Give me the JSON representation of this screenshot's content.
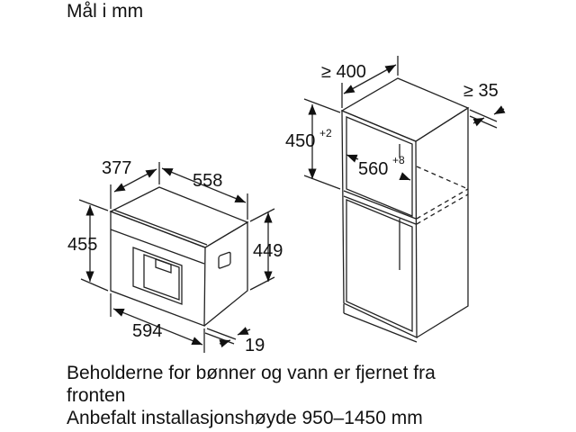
{
  "header": {
    "units_label": "Mål i mm"
  },
  "appliance": {
    "depth_total": "377",
    "depth_body": "558",
    "height_front": "455",
    "height_body": "449",
    "width_front": "594",
    "front_thickness": "19"
  },
  "cabinet": {
    "min_depth": "≥ 400",
    "min_side": "≥ 35",
    "niche_height": "450",
    "niche_height_tol": "+2",
    "niche_width": "560",
    "niche_width_tol": "+8"
  },
  "notes": {
    "line1": "Beholderne for bønner og vann er fjernet fra",
    "line2": "fronten",
    "line3": "Anbefalt installasjonshøyde 950–1450 mm"
  }
}
